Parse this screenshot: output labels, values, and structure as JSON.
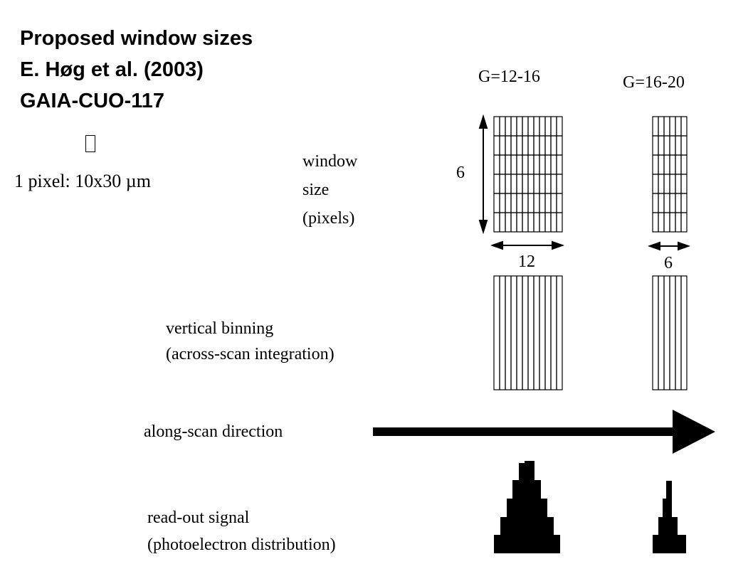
{
  "title": {
    "line1": "Proposed window sizes",
    "line2": "E. Høg et al. (2003)",
    "line3": "GAIA-CUO-117"
  },
  "pixel_note": "1 pixel: 10x30 µm",
  "window_label": [
    "window",
    "size",
    "(pixels)"
  ],
  "columns": [
    {
      "label": "G=12-16",
      "width_label": "12",
      "height_label": "6"
    },
    {
      "label": "G=16-20",
      "width_label": "6"
    }
  ],
  "binning_label": [
    "vertical binning",
    "(across-scan integration)"
  ],
  "direction_label": "along-scan direction",
  "signal_label": [
    "read-out signal",
    "(photoelectron distribution)"
  ]
}
